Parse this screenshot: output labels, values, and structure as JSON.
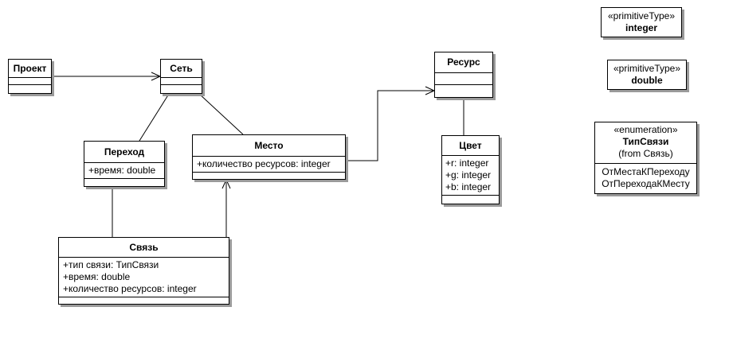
{
  "classes": {
    "project": {
      "name": "Проект",
      "attributes": []
    },
    "network": {
      "name": "Сеть",
      "attributes": []
    },
    "transition": {
      "name": "Переход",
      "attributes": [
        "+время: double"
      ]
    },
    "place": {
      "name": "Место",
      "attributes": [
        "+количество ресурсов: integer"
      ]
    },
    "link": {
      "name": "Связь",
      "attributes": [
        "+тип связи: ТипСвязи",
        "+время: double",
        "+количество ресурсов: integer"
      ]
    },
    "resource": {
      "name": "Ресурс",
      "attributes": []
    },
    "color": {
      "name": "Цвет",
      "attributes": [
        "+r: integer",
        "+g: integer",
        "+b: integer"
      ]
    }
  },
  "primitives": {
    "integer": {
      "stereotype": "«primitiveType»",
      "name": "integer"
    },
    "double": {
      "stereotype": "«primitiveType»",
      "name": "double"
    }
  },
  "enumeration": {
    "stereotype": "«enumeration»",
    "name": "ТипСвязи",
    "from": "(from Связь)",
    "literals": [
      "ОтМестаКПереходу",
      "ОтПереходаКМесту"
    ]
  }
}
